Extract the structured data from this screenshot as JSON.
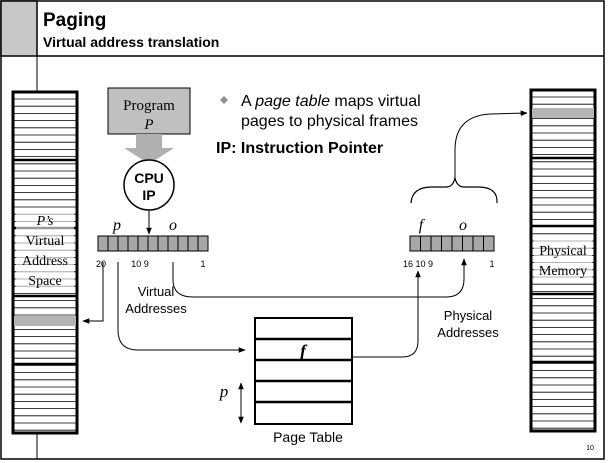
{
  "header": {
    "title": "Paging",
    "subtitle": "Virtual address translation"
  },
  "bullet": {
    "line1_prefix": "A ",
    "line1_emph": "page table",
    "line1_suffix": " maps virtual",
    "line2": "pages to physical frames"
  },
  "ip_note": "IP: Instruction  Pointer",
  "program_box": {
    "line1": "Program",
    "line2": "P"
  },
  "cpu": {
    "line1": "CPU",
    "line2": "IP"
  },
  "virtual_space": {
    "line1": "P’s",
    "line2": "Virtual",
    "line3": "Address",
    "line4": "Space"
  },
  "virtual_address": {
    "p_label": "p",
    "o_label": "o",
    "bit_high": "20",
    "bit_mid": "10 9",
    "bit_low": "1",
    "caption_line1": "Virtual",
    "caption_line2": "Addresses"
  },
  "physical_address": {
    "f_label": "f",
    "o_label": "o",
    "bit_high": "16 10 9",
    "bit_low": "1",
    "caption_line1": "Physical",
    "caption_line2": "Addresses"
  },
  "physical_memory": {
    "line1": "Physical",
    "line2": "Memory"
  },
  "page_table": {
    "entry_label": "f",
    "index_label": "p",
    "caption": "Page Table"
  },
  "slide_number": "10",
  "colors": {
    "header_gray": "#c8c8c8",
    "highlight_gray": "#b4b4b4",
    "cell_gray": "#a8a8a8",
    "box_gray": "#c0c0c0",
    "arrow_gray": "#b0b0b0",
    "bullet_gray": "#909090"
  }
}
